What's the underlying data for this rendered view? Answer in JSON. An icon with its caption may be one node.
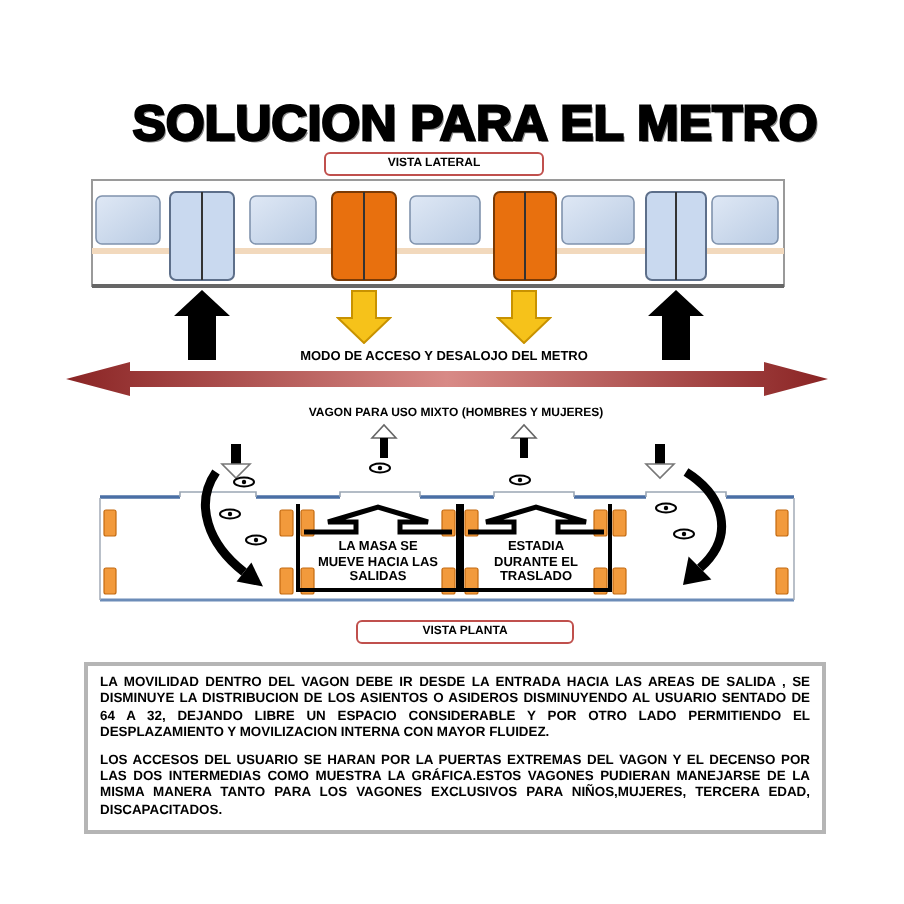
{
  "diagram": {
    "title": "SOLUCION PARA EL METRO",
    "nodes": [
      {
        "text": [
          "VISTA LATERAL"
        ]
      },
      {
        "text": [
          "LA MASA SE MUEVE HACIA LAS SALIDAS"
        ]
      },
      {
        "text": [
          "ESTADIA DURANTE EL TRASLADO"
        ]
      },
      {
        "text": [
          "VISTA PLANTA"
        ]
      },
      {
        "text": [
          "LA MOVILIDAD DENTRO DEL VAGON DEBE IR DESDE LA ENTRADA HACIA LAS AREAS DE SALIDA , SE DISMINUYE LA DISTRIBUCION DE LOS ASIENTOS O ASIDEROS DISMINUYENDO AL USUARIO SENTADO DE 64 A 32, DEJANDO LIBRE UN ESPACIO CONSIDERABLE Y POR OTRO LADO PERMITIENDO EL DESPLAZAMIENTO Y MOVILIZACION INTERNA CON MAYOR FLUIDEZ.",
          "LOS ACCESOS DEL USUARIO SE HARAN POR LA PUERTAS EXTREMAS DEL VAGON Y EL DECENSO POR LAS DOS INTERMEDIAS COMO MUESTRA LA GRÁFICA.ESTOS VAGONES PUDIERAN MANEJARSE DE LA MISMA MANERA TANTO PARA LOS VAGONES EXCLUSIVOS PARA NIÑOS,MUJERES, TERCERA EDAD, DISCAPACITADOS."
        ]
      }
    ],
    "labels": [
      "MODO DE ACCESO Y DESALOJO DEL METRO",
      "VAGON PARA USO MIXTO (HOMBRES Y MUJERES)"
    ]
  }
}
